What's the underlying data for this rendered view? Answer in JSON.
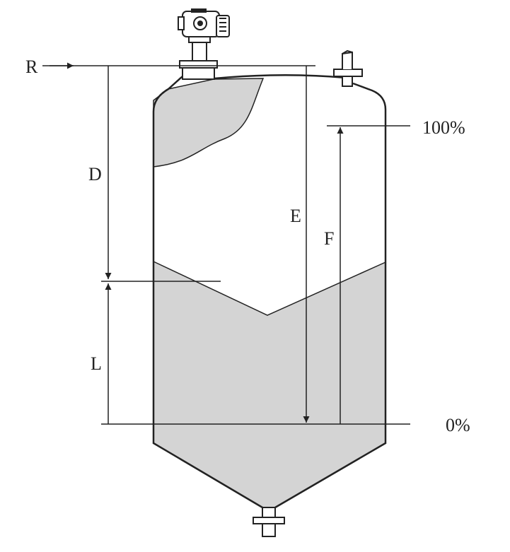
{
  "labels": {
    "reference": "R",
    "distance": "D",
    "empty_distance": "E",
    "full_span": "F",
    "level": "L",
    "full_percent": "100%",
    "empty_percent": "0%"
  },
  "colors": {
    "fill": "#d4d4d4",
    "line": "#222222",
    "background": "#ffffff"
  }
}
